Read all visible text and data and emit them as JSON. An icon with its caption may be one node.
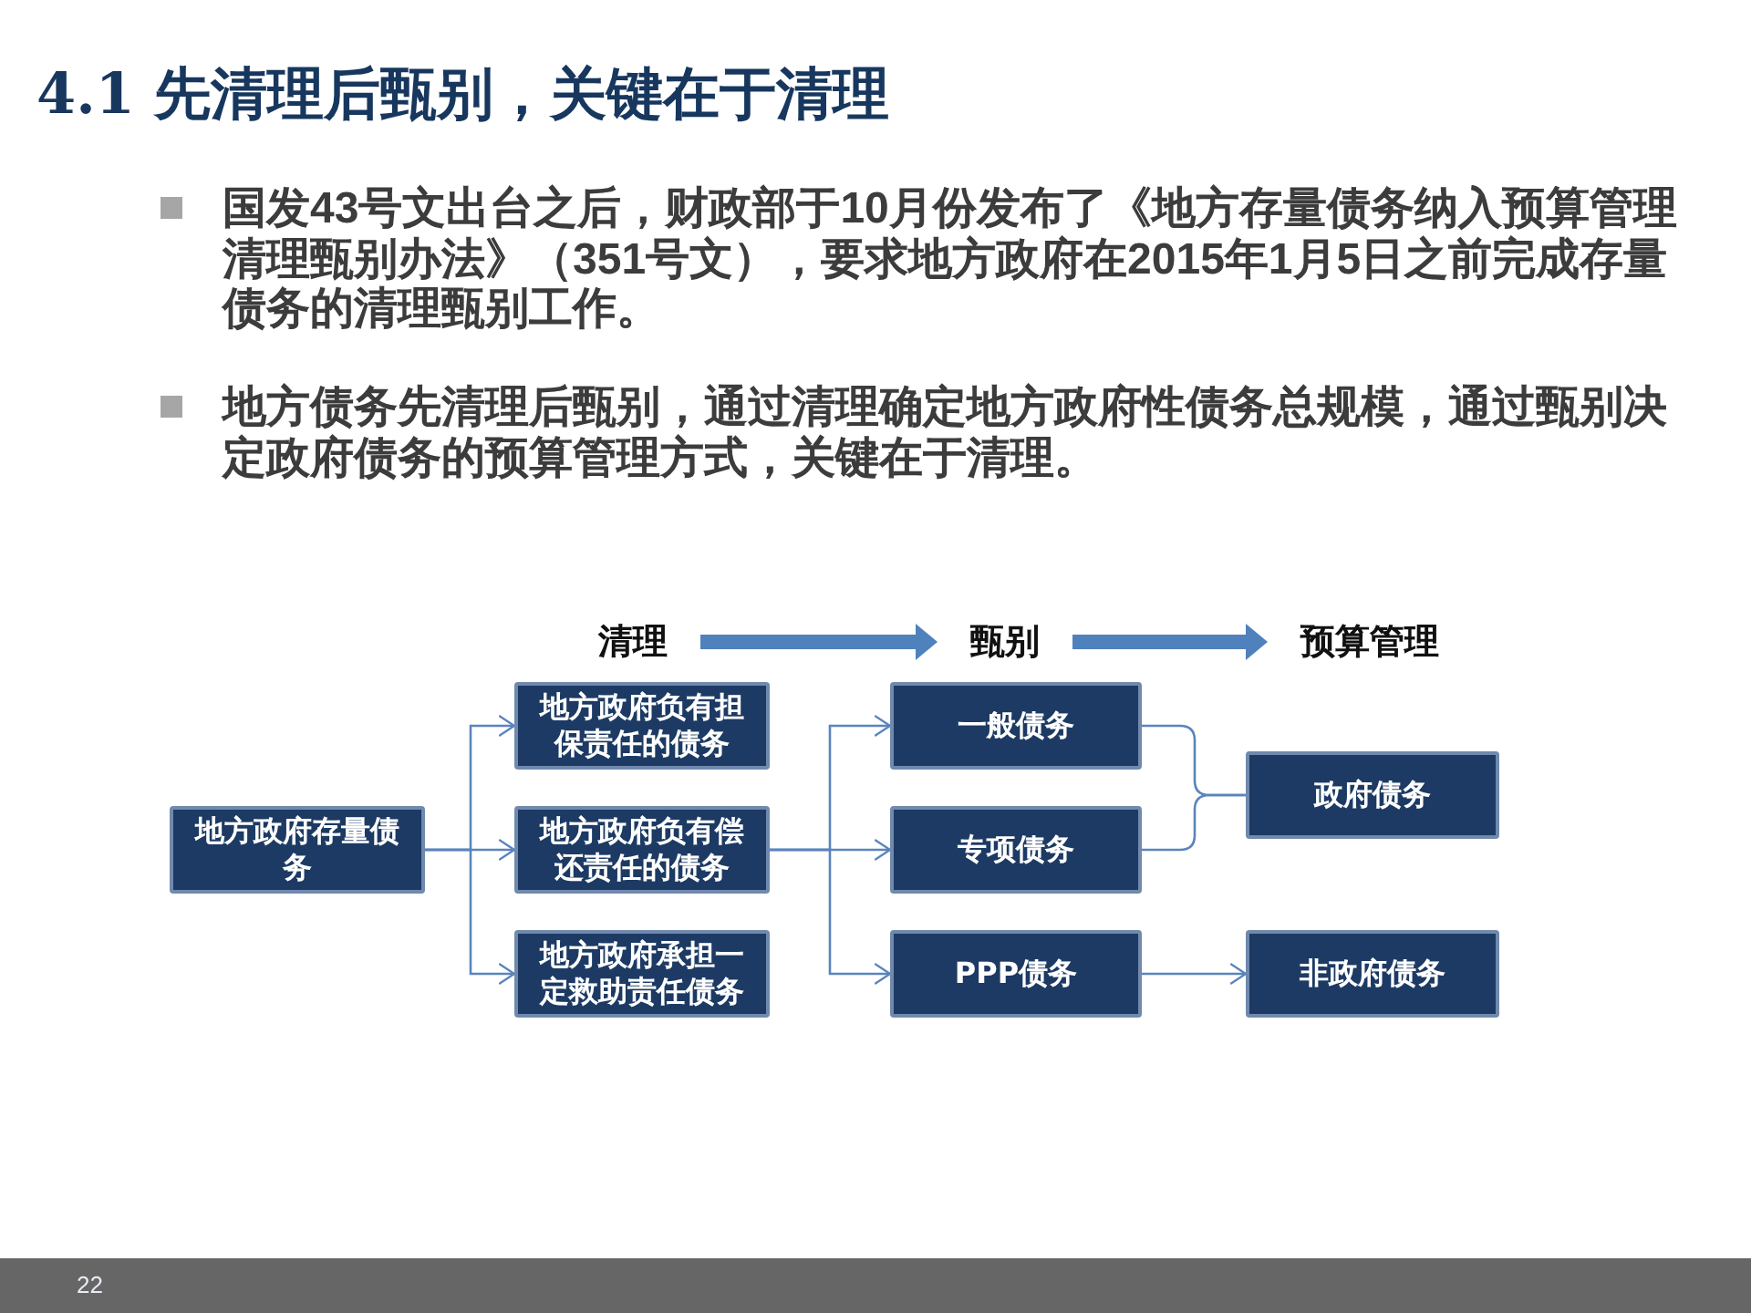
{
  "diagram": {
    "title": "4.1 先清理后甄别，关键在于清理",
    "nodes": [
      {
        "text": [
          "清理"
        ]
      },
      {
        "text": [
          "甄别"
        ]
      },
      {
        "text": [
          "预算管理"
        ]
      },
      {
        "text": [
          "地方政府存量债务"
        ]
      },
      {
        "text": [
          "地方政府负有担保责任的债务"
        ]
      },
      {
        "text": [
          "地方政府负有偿还责任的债务"
        ]
      },
      {
        "text": [
          "地方政府承担一定救助责任债务"
        ]
      },
      {
        "text": [
          "一般债务"
        ]
      },
      {
        "text": [
          "专项债务"
        ]
      },
      {
        "text": [
          "PPP债务"
        ]
      },
      {
        "text": [
          "政府债务"
        ]
      },
      {
        "text": [
          "非政府债务"
        ]
      }
    ],
    "edges": [
      {
        "from": 0,
        "to": 1,
        "arrow": "to",
        "style": "thick"
      },
      {
        "from": 1,
        "to": 2,
        "arrow": "to",
        "style": "thick"
      },
      {
        "from": 3,
        "to": 4,
        "arrow": "to"
      },
      {
        "from": 3,
        "to": 5,
        "arrow": "to"
      },
      {
        "from": 3,
        "to": 6,
        "arrow": "to"
      },
      {
        "from": 5,
        "to": 7,
        "arrow": "to"
      },
      {
        "from": 5,
        "to": 8,
        "arrow": "to"
      },
      {
        "from": 5,
        "to": 9,
        "arrow": "to"
      },
      {
        "from": 7,
        "to": 10,
        "arrow": "none"
      },
      {
        "from": 8,
        "to": 10,
        "arrow": "none"
      },
      {
        "from": 9,
        "to": 11,
        "arrow": "to"
      }
    ],
    "labels": [
      "国发43号文出台之后，财政部于10月份发布了《地方存量债务纳入预算管理清理甄别办法》（351号文），要求地方政府在2015年1月5日之前完成存量债务的清理甄别工作。",
      "地方债务先清理后甄别，通过清理确定地方政府性债务总规模，通过甄别决定政府债务的预算管理方式，关键在于清理。",
      "22"
    ]
  }
}
